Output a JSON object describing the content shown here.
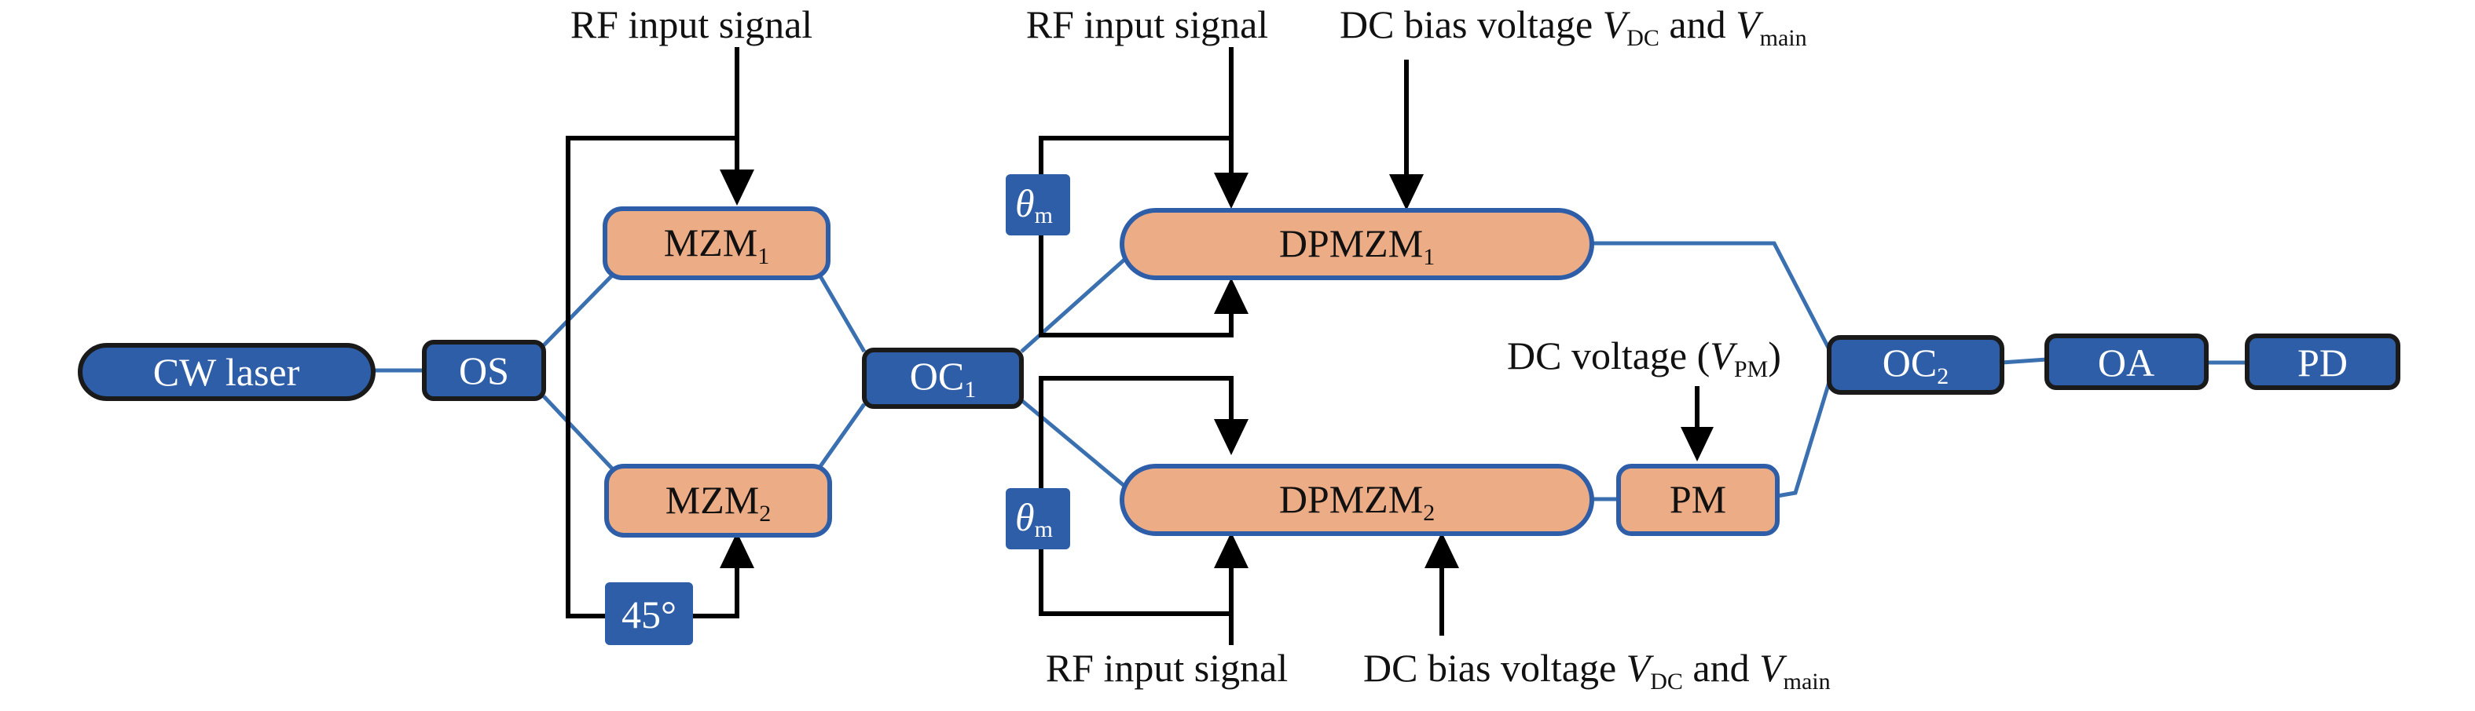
{
  "blocks": {
    "cw_laser": "CW laser",
    "os": "OS",
    "mzm1": {
      "base": "MZM",
      "sub": "1"
    },
    "mzm2": {
      "base": "MZM",
      "sub": "2"
    },
    "oc1": {
      "base": "OC",
      "sub": "1"
    },
    "dpmzm1": {
      "base": "DPMZM",
      "sub": "1"
    },
    "dpmzm2": {
      "base": "DPMZM",
      "sub": "2"
    },
    "pm": "PM",
    "oc2": {
      "base": "OC",
      "sub": "2"
    },
    "oa": "OA",
    "pd": "PD",
    "phase_shift": "45°",
    "theta_upper": {
      "base": "θ",
      "sub": "m"
    },
    "theta_lower": {
      "base": "θ",
      "sub": "m"
    }
  },
  "labels": {
    "rf_input_mzm": "RF input signal",
    "rf_input_dpmzm1": "RF input signal",
    "rf_input_dpmzm2": "RF input signal",
    "dc_bias_top": {
      "text": "DC bias voltage ",
      "v1": "V",
      "v1_sub": "DC",
      "and": " and ",
      "v2": "V",
      "v2_sub": "main"
    },
    "dc_bias_bottom": {
      "text": "DC bias voltage ",
      "v1": "V",
      "v1_sub": "DC",
      "and": " and ",
      "v2": "V",
      "v2_sub": "main"
    },
    "dc_voltage_pm": {
      "text": "DC voltage (",
      "v": "V",
      "v_sub": "PM",
      "close": ")"
    }
  },
  "colors": {
    "module_blue": "#2f5ea8",
    "modulator_orange": "#ecac86",
    "fiber_blue": "#3a6fb0",
    "electrical_black": "#000000"
  }
}
